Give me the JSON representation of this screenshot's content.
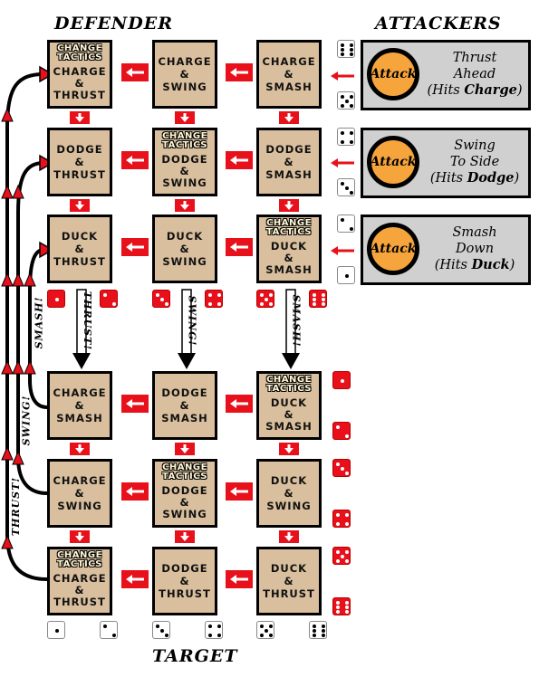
{
  "headings": {
    "defender": "DEFENDER",
    "attackers": "ATTACKERS",
    "target": "TARGET"
  },
  "change_tactics": "CHANGE TACTICS",
  "tiles": [
    {
      "id": "r1c1",
      "change_tactics": true,
      "lines": [
        "CHARGE",
        "&",
        "THRUST"
      ]
    },
    {
      "id": "r1c2",
      "change_tactics": false,
      "lines": [
        "CHARGE",
        "&",
        "SWING"
      ]
    },
    {
      "id": "r1c3",
      "change_tactics": false,
      "lines": [
        "CHARGE",
        "&",
        "SMASH"
      ]
    },
    {
      "id": "r2c1",
      "change_tactics": false,
      "lines": [
        "DODGE",
        "&",
        "THRUST"
      ]
    },
    {
      "id": "r2c2",
      "change_tactics": true,
      "lines": [
        "DODGE",
        "&",
        "SWING"
      ]
    },
    {
      "id": "r2c3",
      "change_tactics": false,
      "lines": [
        "DODGE",
        "&",
        "SMASH"
      ]
    },
    {
      "id": "r3c1",
      "change_tactics": false,
      "lines": [
        "DUCK",
        "&",
        "THRUST"
      ]
    },
    {
      "id": "r3c2",
      "change_tactics": false,
      "lines": [
        "DUCK",
        "&",
        "SWING"
      ]
    },
    {
      "id": "r3c3",
      "change_tactics": true,
      "lines": [
        "DUCK",
        "&",
        "SMASH"
      ]
    },
    {
      "id": "r4c1",
      "change_tactics": false,
      "lines": [
        "CHARGE",
        "&",
        "SMASH"
      ]
    },
    {
      "id": "r4c2",
      "change_tactics": false,
      "lines": [
        "DODGE",
        "&",
        "SMASH"
      ]
    },
    {
      "id": "r4c3",
      "change_tactics": true,
      "lines": [
        "DUCK",
        "&",
        "SMASH"
      ]
    },
    {
      "id": "r5c1",
      "change_tactics": false,
      "lines": [
        "CHARGE",
        "&",
        "SWING"
      ]
    },
    {
      "id": "r5c2",
      "change_tactics": true,
      "lines": [
        "DODGE",
        "&",
        "SWING"
      ]
    },
    {
      "id": "r5c3",
      "change_tactics": false,
      "lines": [
        "DUCK",
        "&",
        "SWING"
      ]
    },
    {
      "id": "r6c1",
      "change_tactics": true,
      "lines": [
        "CHARGE",
        "&",
        "THRUST"
      ]
    },
    {
      "id": "r6c2",
      "change_tactics": false,
      "lines": [
        "DODGE",
        "&",
        "THRUST"
      ]
    },
    {
      "id": "r6c3",
      "change_tactics": false,
      "lines": [
        "DUCK",
        "&",
        "THRUST"
      ]
    }
  ],
  "attacks": [
    {
      "button": "Attack",
      "lines": [
        [
          "Thrust"
        ],
        [
          "Ahead"
        ],
        [
          "(Hits ",
          "Charge",
          ")"
        ]
      ]
    },
    {
      "button": "Attack",
      "lines": [
        [
          "Swing"
        ],
        [
          "To Side"
        ],
        [
          "(Hits ",
          "Dodge",
          ")"
        ]
      ]
    },
    {
      "button": "Attack",
      "lines": [
        [
          "Smash"
        ],
        [
          "Down"
        ],
        [
          "(Hits ",
          "Duck",
          ")"
        ]
      ]
    }
  ],
  "move_labels": {
    "thrust": "THRUST!",
    "swing": "SWING!",
    "smash": "SMASH!"
  },
  "dice": {
    "attacker_pairs": [
      [
        6,
        5
      ],
      [
        4,
        3
      ],
      [
        2,
        1
      ]
    ],
    "mid_row": [
      1,
      2,
      3,
      4,
      5,
      6
    ],
    "right_column": [
      1,
      2,
      3,
      4,
      5,
      6
    ],
    "target_row": [
      1,
      2,
      3,
      4,
      5,
      6
    ]
  },
  "colors": {
    "tile": "#d9bf9d",
    "arrow": "#e8101a",
    "attack_button": "#f5a53c",
    "panel": "#d0d0d0"
  }
}
